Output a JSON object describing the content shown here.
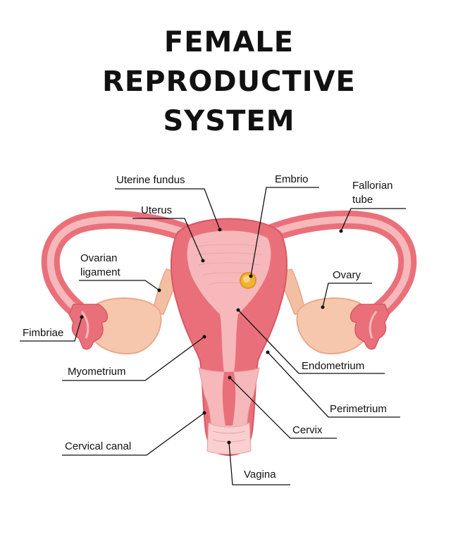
{
  "title_lines": [
    "FEMALE",
    "REPRODUCTIVE",
    "SYSTEM"
  ],
  "labels": {
    "uterine_fundus": "Uterine fundus",
    "embrio": "Embrio",
    "fallorian_tube": [
      "Fallorian",
      "tube"
    ],
    "uterus": "Uterus",
    "ovarian_ligament": [
      "Ovarian",
      "ligament"
    ],
    "ovary": "Ovary",
    "fimbriae": "Fimbriae",
    "myometrium": "Myometrium",
    "endometrium": "Endometrium",
    "perimetrium": "Perimetrium",
    "cervix": "Cervix",
    "cervical_canal": "Cervical canal",
    "vagina": "Vagina"
  },
  "colors": {
    "outer": "#e9707a",
    "outer_dark": "#d95763",
    "inner": "#f6b8ba",
    "inner_light": "#f9cfcf",
    "ovary": "#f6c7ad",
    "ligament": "#f3bfa2",
    "embryo": "#f3b233",
    "line": "#111111"
  }
}
